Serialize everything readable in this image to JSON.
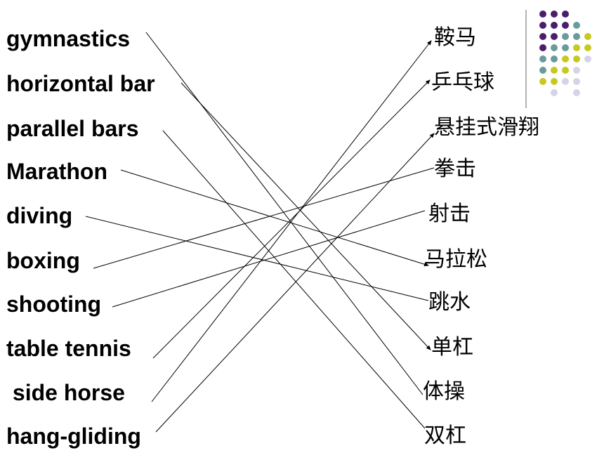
{
  "english_terms": [
    "gymnastics",
    "horizontal bar",
    "parallel bars",
    "Marathon",
    "diving",
    "boxing",
    "shooting",
    "table tennis",
    " side horse",
    "hang-gliding"
  ],
  "chinese_terms": [
    "鞍马",
    "乒乓球",
    "悬挂式滑翔",
    "拳击",
    "射击",
    "马拉松",
    "跳水",
    "单杠",
    "体操",
    "双杠"
  ],
  "matches": [
    {
      "english": "gymnastics",
      "chinese": "体操"
    },
    {
      "english": "horizontal bar",
      "chinese": "单杠"
    },
    {
      "english": "parallel bars",
      "chinese": "双杠"
    },
    {
      "english": "Marathon",
      "chinese": "马拉松"
    },
    {
      "english": "diving",
      "chinese": "跳水"
    },
    {
      "english": "boxing",
      "chinese": "拳击"
    },
    {
      "english": "shooting",
      "chinese": "射击"
    },
    {
      "english": "table tennis",
      "chinese": "乒乓球"
    },
    {
      "english": "side horse",
      "chinese": "鞍马"
    },
    {
      "english": "hang-gliding",
      "chinese": "悬挂式滑翔"
    }
  ],
  "colors": {
    "text": "#000000",
    "line": "#000000",
    "dot_purple": "#4b1d6b",
    "dot_teal": "#6a9b9b",
    "dot_yellow": "#c8c81e",
    "dot_lavender": "#d4d4e6",
    "divider": "#9a9a9a"
  }
}
